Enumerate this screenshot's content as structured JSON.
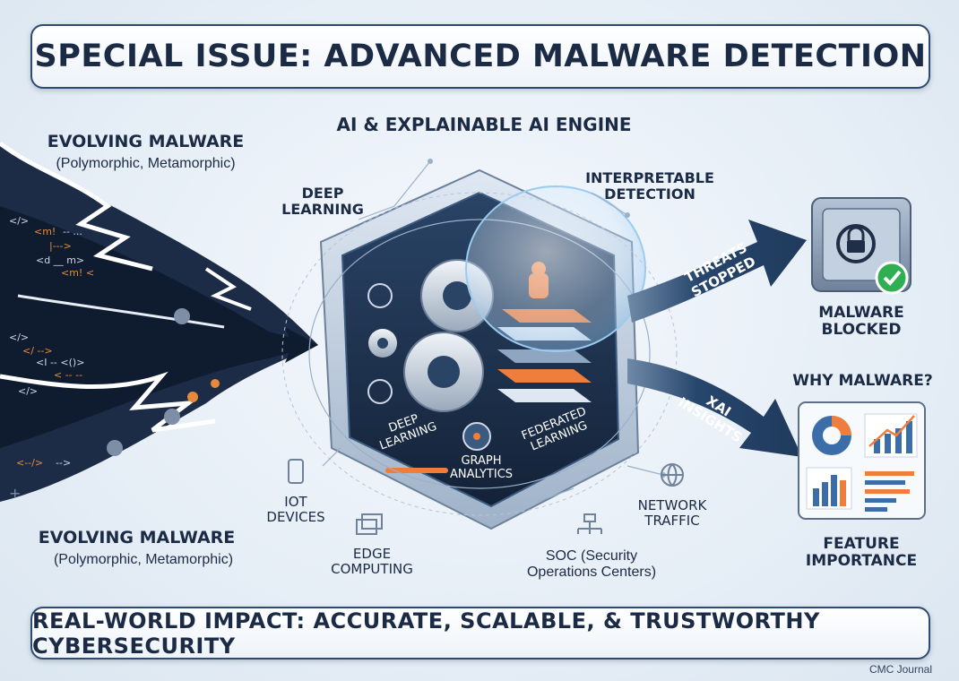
{
  "title": "SPECIAL ISSUE: ADVANCED MALWARE DETECTION",
  "bottom_banner": "REAL-WORLD IMPACT: ACCURATE, SCALABLE, & TRUSTWORTHY CYBERSECURITY",
  "footer": "CMC Journal",
  "left": {
    "top_title": "EVOLVING MALWARE",
    "top_sub": "(Polymorphic, Metamorphic)",
    "bottom_title": "EVOLVING MALWARE",
    "bottom_sub": "(Polymorphic, Metamorphic)"
  },
  "engine": {
    "title": "AI & EXPLAINABLE AI ENGINE",
    "deep_learning_outer": "DEEP\nLEARNING",
    "interpretable": "INTERPRETABLE\nDETECTION",
    "deep_learning_inner": "DEEP\nLEARNING",
    "graph_analytics": "GRAPH\nANALYTICS",
    "federated": "FEDERATED\nLEARNING"
  },
  "sources": {
    "iot": "IOT\nDEVICES",
    "edge": "EDGE\nCOMPUTING",
    "soc": "SOC (Security\nOperations Centers)",
    "network": "NETWORK\nTRAFFIC"
  },
  "right": {
    "arrow_top": "THREATS\nSTOPPED",
    "arrow_bottom": "XAI\nINSIGHTS",
    "malware_blocked": "MALWARE\nBLOCKED",
    "why_malware": "WHY MALWARE?",
    "feature_importance": "FEATURE\nIMPORTANCE"
  },
  "colors": {
    "navy": "#1b2a45",
    "dark_panel": "#1e3350",
    "accent_orange": "#ef7d3c",
    "accent_blue": "#3b6ea8",
    "check_green": "#2fae52"
  }
}
